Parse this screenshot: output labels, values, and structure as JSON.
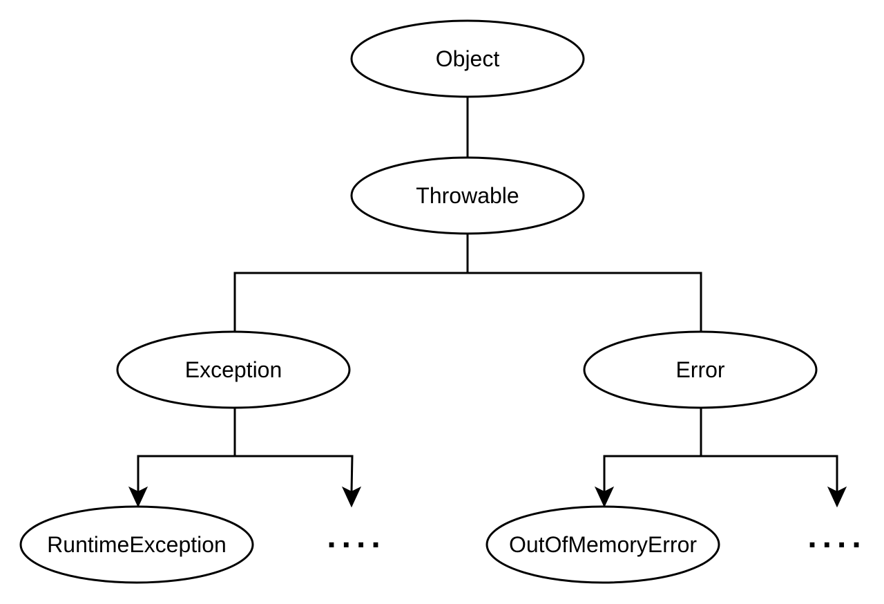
{
  "diagram": {
    "nodes": {
      "object": "Object",
      "throwable": "Throwable",
      "exception": "Exception",
      "error": "Error",
      "runtime_exception": "RuntimeException",
      "out_of_memory_error": "OutOfMemoryError"
    },
    "more_exceptions": "....",
    "more_errors": "...."
  }
}
